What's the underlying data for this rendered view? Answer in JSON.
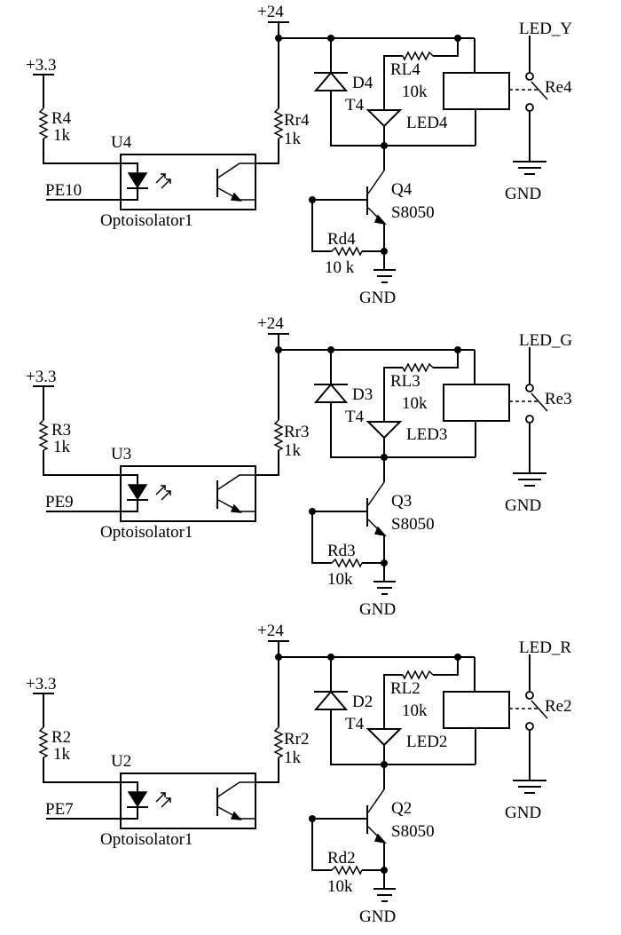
{
  "stages": [
    {
      "supply_3v3": "+3.3",
      "supply_24v": "+24",
      "r_in_ref": "R4",
      "r_in_val": "1k",
      "opto_ref": "U4",
      "opto_name": "Optoisolator1",
      "input_net": "PE10",
      "r_pullup_ref": "Rr4",
      "r_pullup_val": "1k",
      "diode_ref": "D4",
      "rl_ref": "RL4",
      "rl_val": "10k",
      "t_ref": "T4",
      "led_ref": "LED4",
      "q_ref": "Q4",
      "q_part": "S8050",
      "rd_ref": "Rd4",
      "rd_val": "10 k",
      "gnd_label": "GND",
      "relay_ref": "Re4",
      "output_net": "LED_Y",
      "relay_gnd": "GND"
    },
    {
      "supply_3v3": "+3.3",
      "supply_24v": "+24",
      "r_in_ref": "R3",
      "r_in_val": "1k",
      "opto_ref": "U3",
      "opto_name": "Optoisolator1",
      "input_net": "PE9",
      "r_pullup_ref": "Rr3",
      "r_pullup_val": "1k",
      "diode_ref": "D3",
      "rl_ref": "RL3",
      "rl_val": "10k",
      "t_ref": "T4",
      "led_ref": "LED3",
      "q_ref": "Q3",
      "q_part": "S8050",
      "rd_ref": "Rd3",
      "rd_val": "10k",
      "gnd_label": "GND",
      "relay_ref": "Re3",
      "output_net": "LED_G",
      "relay_gnd": "GND"
    },
    {
      "supply_3v3": "+3.3",
      "supply_24v": "+24",
      "r_in_ref": "R2",
      "r_in_val": "1k",
      "opto_ref": "U2",
      "opto_name": "Optoisolator1",
      "input_net": "PE7",
      "r_pullup_ref": "Rr2",
      "r_pullup_val": "1k",
      "diode_ref": "D2",
      "rl_ref": "RL2",
      "rl_val": "10k",
      "t_ref": "T4",
      "led_ref": "LED2",
      "q_ref": "Q2",
      "q_part": "S8050",
      "rd_ref": "Rd2",
      "rd_val": "10k",
      "gnd_label": "GND",
      "relay_ref": "Re2",
      "output_net": "LED_R",
      "relay_gnd": "GND"
    }
  ]
}
